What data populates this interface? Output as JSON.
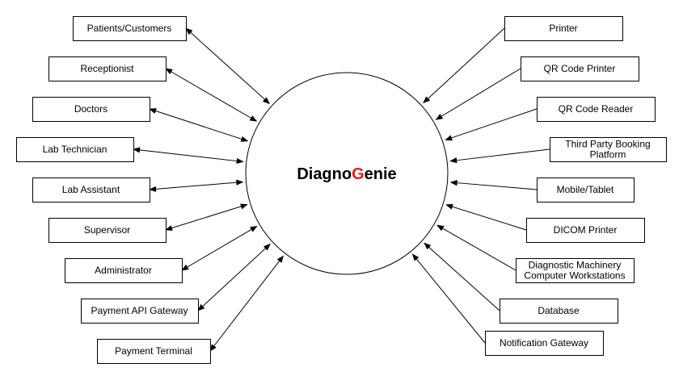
{
  "system": {
    "name_part1": "Diagno",
    "name_highlight": "G",
    "name_part2": "enie",
    "text_color": "#000000",
    "highlight_color": "#e02020"
  },
  "left_actors": [
    {
      "id": "patients-customers",
      "label": "Patients/Customers"
    },
    {
      "id": "receptionist",
      "label": "Receptionist"
    },
    {
      "id": "doctors",
      "label": "Doctors"
    },
    {
      "id": "lab-technician",
      "label": "Lab Technician"
    },
    {
      "id": "lab-assistant",
      "label": "Lab Assistant"
    },
    {
      "id": "supervisor",
      "label": "Supervisor"
    },
    {
      "id": "administrator",
      "label": "Administrator"
    },
    {
      "id": "payment-api-gateway",
      "label": "Payment API Gateway"
    },
    {
      "id": "payment-terminal",
      "label": "Payment Terminal"
    }
  ],
  "right_actors": [
    {
      "id": "printer",
      "label": "Printer"
    },
    {
      "id": "qr-code-printer",
      "label": "QR Code Printer"
    },
    {
      "id": "qr-code-reader",
      "label": "QR Code Reader"
    },
    {
      "id": "third-party-booking-platform",
      "label_lines": [
        "Third Party Booking",
        "Platform"
      ]
    },
    {
      "id": "mobile-tablet",
      "label": "Mobile/Tablet"
    },
    {
      "id": "dicom-printer",
      "label": "DICOM Printer"
    },
    {
      "id": "diagnostic-machinery-workstations",
      "label_lines": [
        "Diagnostic Machinery",
        "Computer  Workstations"
      ]
    },
    {
      "id": "database",
      "label": "Database"
    },
    {
      "id": "notification-gateway",
      "label": "Notification Gateway"
    }
  ]
}
